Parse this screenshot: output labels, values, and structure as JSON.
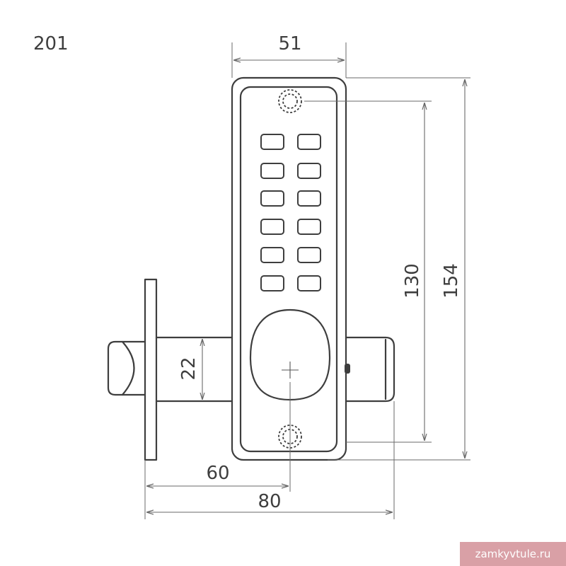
{
  "model": "201",
  "dimensions": {
    "width_top": "51",
    "keypad_height": "130",
    "total_height": "154",
    "bolt_diameter": "22",
    "backset": "60",
    "total_length": "80"
  },
  "watermark": "zamkyvtule.ru",
  "colors": {
    "line": "#3e3e3e",
    "dimension": "#6a6a6a",
    "watermark_bg": "#d9a0a6"
  }
}
